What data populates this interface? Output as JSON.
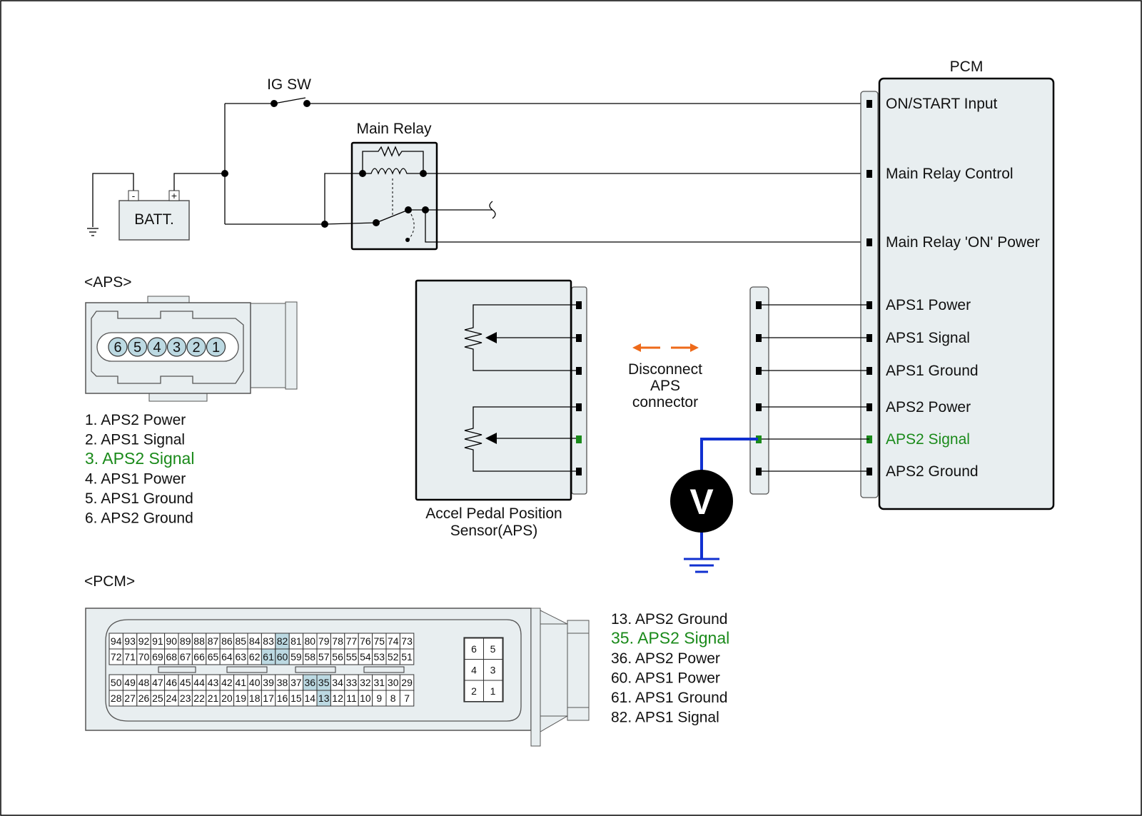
{
  "colors": {
    "highlight": "#1a8a1a",
    "probe_wire": "#1030d0",
    "arrow": "#ee6a1a",
    "pin_fill": "#bcd9e2",
    "body_fill": "#e8eef0"
  },
  "ig_sw": "IG SW",
  "main_relay": "Main Relay",
  "batt": "BATT.",
  "batt_minus": "-",
  "batt_plus": "+",
  "pcm_title": "PCM",
  "pcm_pins": [
    "ON/START Input",
    "Main Relay Control",
    "Main Relay 'ON' Power",
    "APS1 Power",
    "APS1 Signal",
    "APS1 Ground",
    "APS2 Power",
    "APS2 Signal",
    "APS2 Ground"
  ],
  "aps_header": "<APS>",
  "aps_connector_pins": [
    "6",
    "5",
    "4",
    "3",
    "2",
    "1"
  ],
  "aps_pin_list": [
    "1. APS2 Power",
    "2. APS1 Signal",
    "3. APS2 Signal",
    "4. APS1 Power",
    "5. APS1 Ground",
    "6. APS2 Ground"
  ],
  "sensor_label": [
    "Accel Pedal Position",
    "Sensor(APS)"
  ],
  "disconnect_note": [
    "Disconnect",
    "APS",
    "connector"
  ],
  "voltmeter": "V",
  "pcm_header": "<PCM>",
  "pcm_connector": {
    "row1": [
      "94",
      "93",
      "92",
      "91",
      "90",
      "89",
      "88",
      "87",
      "86",
      "85",
      "84",
      "83",
      "82",
      "81",
      "80",
      "79",
      "78",
      "77",
      "76",
      "75",
      "74",
      "73"
    ],
    "row2": [
      "72",
      "71",
      "70",
      "69",
      "68",
      "67",
      "66",
      "65",
      "64",
      "63",
      "62",
      "61",
      "60",
      "59",
      "58",
      "57",
      "56",
      "55",
      "54",
      "53",
      "52",
      "51"
    ],
    "row3": [
      "50",
      "49",
      "48",
      "47",
      "46",
      "45",
      "44",
      "43",
      "42",
      "41",
      "40",
      "39",
      "38",
      "37",
      "36",
      "35",
      "34",
      "33",
      "32",
      "31",
      "30",
      "29"
    ],
    "row4": [
      "28",
      "27",
      "26",
      "25",
      "24",
      "23",
      "22",
      "21",
      "20",
      "19",
      "18",
      "17",
      "16",
      "15",
      "14",
      "13",
      "12",
      "11",
      "10",
      "9",
      "8",
      "7"
    ],
    "highlighted": [
      "82",
      "61",
      "60",
      "36",
      "35",
      "13"
    ],
    "small_block": [
      "6",
      "5",
      "4",
      "3",
      "2",
      "1"
    ]
  },
  "pcm_pin_list": [
    "13. APS2 Ground",
    "35. APS2 Signal",
    "36. APS2 Power",
    "60. APS1 Power",
    "61. APS1 Ground",
    "82. APS1 Signal"
  ]
}
